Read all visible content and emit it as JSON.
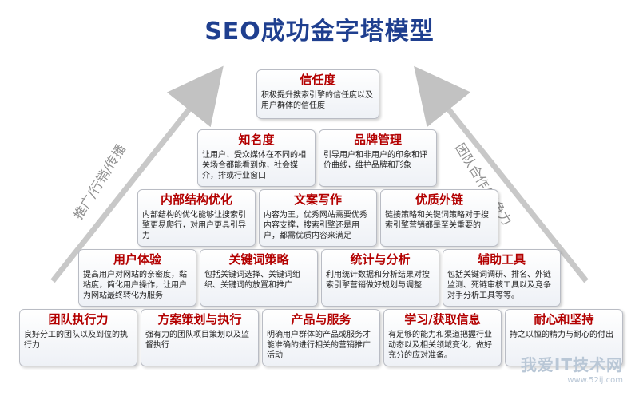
{
  "title": "SEO成功金字塔模型",
  "side_labels": {
    "left": "推广/行销/传播",
    "right": "团队合作/竞争力"
  },
  "rows": [
    [
      {
        "title": "信任度",
        "desc": "积极提升搜索引擎的信任度以及用户群体的信任度"
      }
    ],
    [
      {
        "title": "知名度",
        "desc": "让用户、受众媒体在不同的相关场合都能看到你，社会媒介，排或行业窗口"
      },
      {
        "title": "品牌管理",
        "desc": "引导用户和非用户的印象和评价曲线，维护品牌和形象"
      }
    ],
    [
      {
        "title": "内部结构优化",
        "desc": "内部结构的优化能够让搜索引擎更易爬行，对用户更具引导力"
      },
      {
        "title": "文案写作",
        "desc": "内容为王，优秀网站需要优秀内容支撑，搜索引擎还是用户，都需优质内容来满足"
      },
      {
        "title": "优质外链",
        "desc": "链接策略和关键词策略对于搜索引擎营销都是至关重要的"
      }
    ],
    [
      {
        "title": "用户体验",
        "desc": "提高用户对网站的亲密度，黏粘度，简化用户操作，让用户为网站最终转化为服务"
      },
      {
        "title": "关键词策略",
        "desc": "包括关键词选择、关键词组织、关键词的放置和推广"
      },
      {
        "title": "统计与分析",
        "desc": "利用统计数据和分析结果对搜索引擎营销做好规划与调整"
      },
      {
        "title": "辅助工具",
        "desc": "包括关键词调研、排名、外链监测、死链审核工具以及竞争对手分析工具等等。"
      }
    ],
    [
      {
        "title": "团队执行力",
        "desc": "良好分工的团队以及到位的执行力"
      },
      {
        "title": "方案策划与执行",
        "desc": "强有力的团队项目策划以及监督执行"
      },
      {
        "title": "产品与服务",
        "desc": "明确用户群体的产品或服务才能准确的进行相关的营销推广活动"
      },
      {
        "title": "学习/获取信息",
        "desc": "有足够的能力和渠道把握行业动态以及相关领域变化，做好充分的应对准备。"
      },
      {
        "title": "耐心和坚持",
        "desc": "持之以恒的精力与耐心的付出"
      }
    ]
  ],
  "watermark": {
    "main": "我爱IT技术网",
    "sub": "www.52ij.com"
  }
}
